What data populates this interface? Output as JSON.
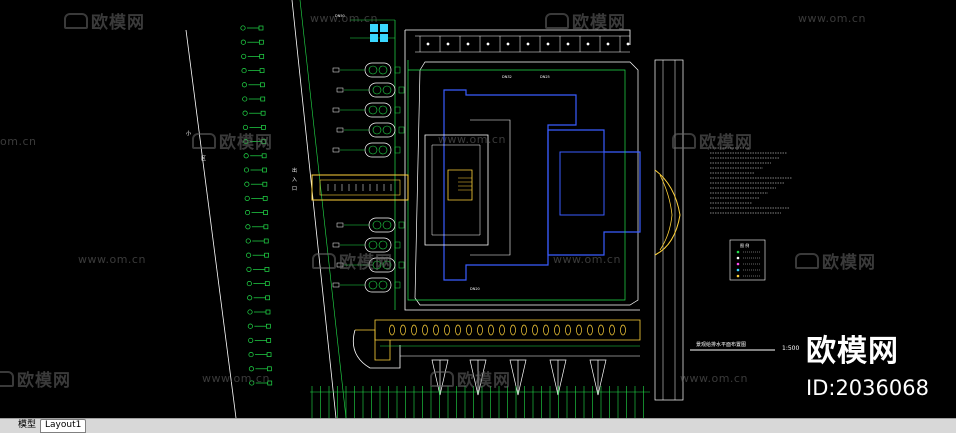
{
  "watermark": {
    "cn_text": "欧模网",
    "url_text": "www.om.cn",
    "url_short": "om.cn"
  },
  "brand": {
    "name": "欧模网",
    "id_label": "ID:2036068"
  },
  "tabs": [
    {
      "label": "模型",
      "active": false
    },
    {
      "label": "Layout1",
      "active": true
    }
  ],
  "drawing": {
    "plan_title": "景观给排水平面布置图",
    "scale": "1:500",
    "side_labels": [
      "小",
      "区",
      "出",
      "入",
      "口"
    ],
    "legend_title": "图 例",
    "pipe_labels": [
      "DN50",
      "DN32",
      "DN25",
      "DN20"
    ]
  },
  "colors": {
    "background": "#000000",
    "building": "#3a5cff",
    "pipe_green": "#22e04a",
    "white_line": "#ffffff",
    "yellow": "#ffd23a",
    "cyan": "#3ad7ff",
    "magenta": "#ff4af0",
    "tabbar": "#d8d8d8"
  }
}
